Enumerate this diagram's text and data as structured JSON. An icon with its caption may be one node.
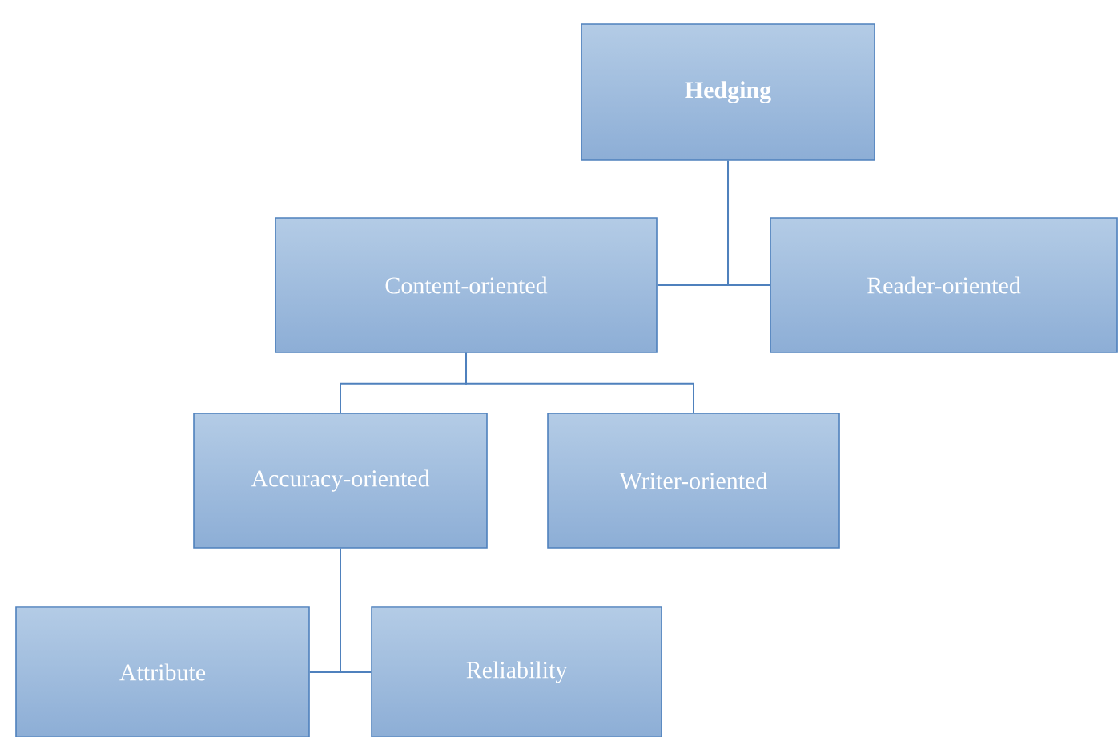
{
  "diagram": {
    "nodes": [
      {
        "text": [
          "**Hedging**"
        ]
      },
      {
        "text": [
          "Content-oriented"
        ]
      },
      {
        "text": [
          "Reader-oriented"
        ]
      },
      {
        "text": [
          "Accuracy-oriented"
        ]
      },
      {
        "text": [
          "Writer-oriented"
        ]
      },
      {
        "text": [
          "Attribute"
        ]
      },
      {
        "text": [
          "Reliability"
        ]
      }
    ],
    "edges": [
      {
        "from": 0,
        "to": 1,
        "arrow": "none"
      },
      {
        "from": 0,
        "to": 2,
        "arrow": "none"
      },
      {
        "from": 1,
        "to": 3,
        "arrow": "none"
      },
      {
        "from": 1,
        "to": 4,
        "arrow": "none"
      },
      {
        "from": 3,
        "to": 5,
        "arrow": "none"
      },
      {
        "from": 3,
        "to": 6,
        "arrow": "none"
      }
    ]
  }
}
